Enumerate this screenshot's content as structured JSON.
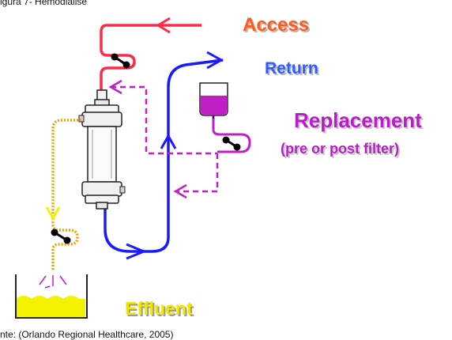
{
  "captions": {
    "top": "igura 7- Hemodialise",
    "bottom": "nte: (Orlando Regional Healthcare, 2005)"
  },
  "labels": {
    "access": "Access",
    "return": "Return",
    "replacement": "Replacement",
    "replacement_sub": "(pre or post filter)",
    "effluent": "Effluent"
  },
  "colors": {
    "access_line": "#ff2a4a",
    "return_line": "#1a1aff",
    "replacement_line": "#c21ec8",
    "effluent_line": "#f5a000",
    "effluent_fluid": "#f5f200"
  },
  "icons": [
    "clamp-icon",
    "filter-cartridge-icon",
    "replacement-bag-icon",
    "collection-container-icon"
  ]
}
